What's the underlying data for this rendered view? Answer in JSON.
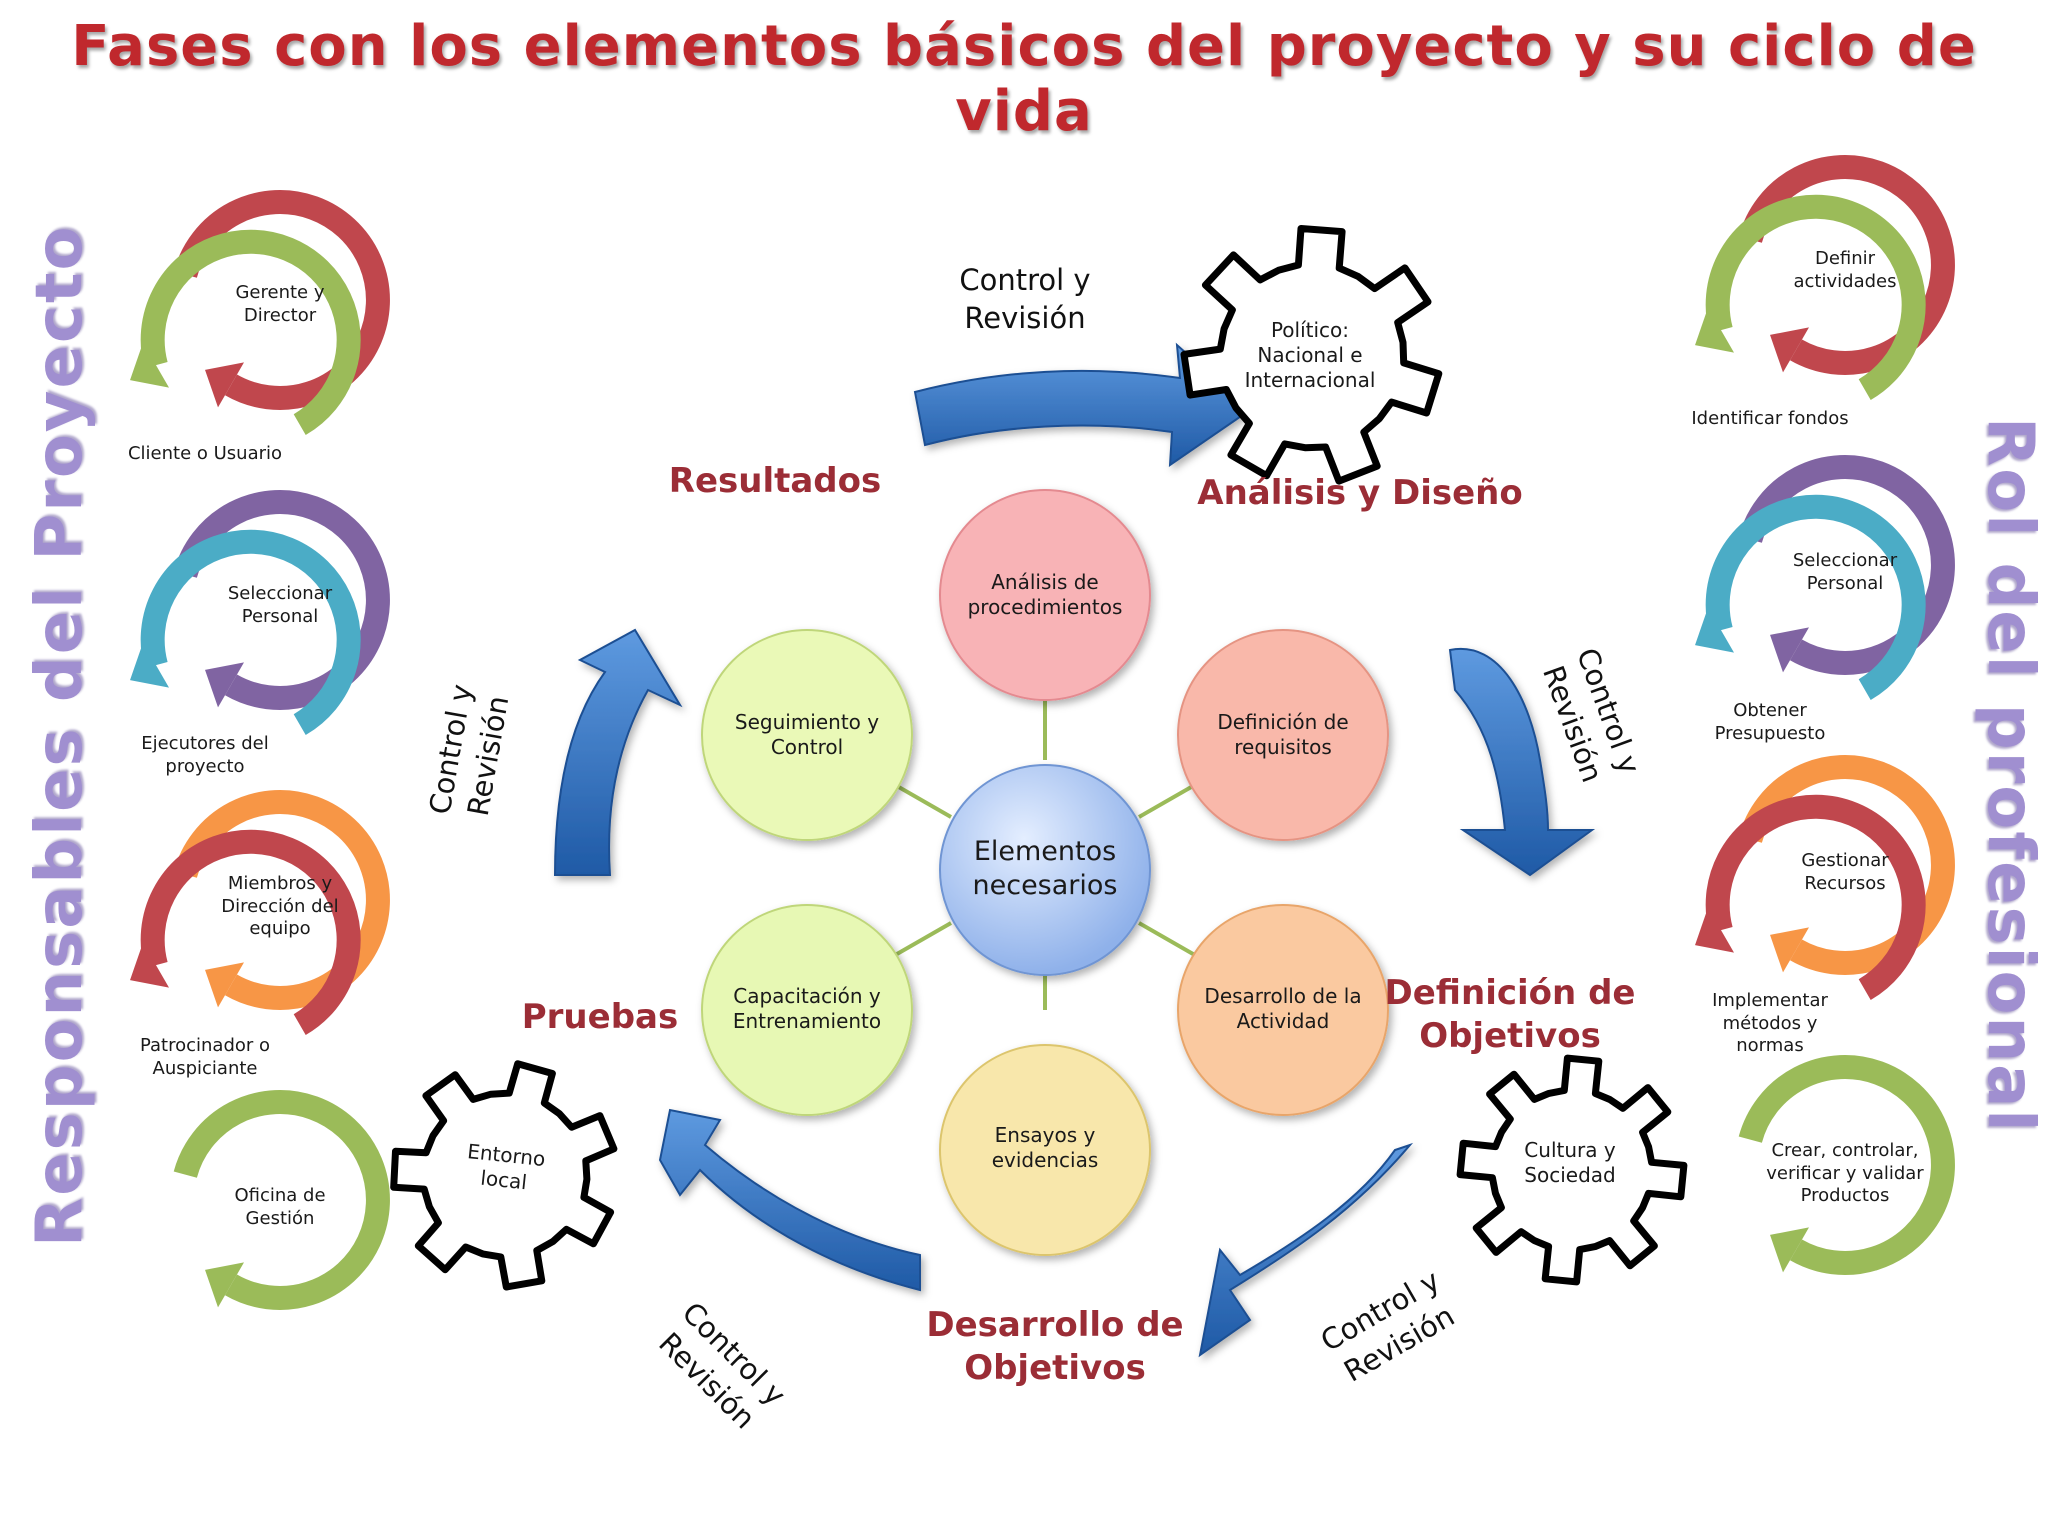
{
  "title": "Fases con los elementos básicos del proyecto y su ciclo de vida",
  "side_left": "Responsables del Proyecto",
  "side_right": "Rol del profesional",
  "center": {
    "label": "Elementos necesarios",
    "satellites": [
      {
        "label": "Análisis de procedimientos",
        "color": "#f6a3a8"
      },
      {
        "label": "Definición de requisitos",
        "color": "#f8a99a"
      },
      {
        "label": "Desarrollo de la Actividad",
        "color": "#f8bf8e"
      },
      {
        "label": "Ensayos y evidencias",
        "color": "#f6e49a"
      },
      {
        "label": "Capacitación y Entrenamiento",
        "color": "#def59c"
      },
      {
        "label": "Seguimiento y Control",
        "color": "#e4f7a4"
      }
    ]
  },
  "phases": {
    "resultados": "Resultados",
    "analisis": "Análisis y Diseño",
    "definicion": "Definición de\nObjetivos",
    "desarrollo": "Desarrollo de\nObjetivos",
    "pruebas": "Pruebas"
  },
  "control_label": "Control y\nRevisión",
  "gears": {
    "politico": "Político:\nNacional e\nInternacional",
    "cultura": "Cultura y\nSociedad",
    "entorno": "Entorno\nlocal"
  },
  "left_list": [
    {
      "label": "Gerente y\nDirector",
      "color": "#c0474d"
    },
    {
      "label": "Cliente o Usuario",
      "color": "#9bbb59"
    },
    {
      "label": "Seleccionar\nPersonal",
      "color": "#8064a2"
    },
    {
      "label": "Ejecutores del\nproyecto",
      "color": "#4bacc6"
    },
    {
      "label": "Miembros y\nDirección del\nequipo",
      "color": "#f79646"
    },
    {
      "label": "Patrocinador o\nAuspiciante",
      "color": "#c0474d"
    },
    {
      "label": "Oficina de\nGestión",
      "color": "#9bbb59"
    }
  ],
  "right_list": [
    {
      "label": "Definir\nactividades",
      "color": "#c0474d"
    },
    {
      "label": "Identificar fondos",
      "color": "#9bbb59"
    },
    {
      "label": "Seleccionar\nPersonal",
      "color": "#8064a2"
    },
    {
      "label": "Obtener\nPresupuesto",
      "color": "#4bacc6"
    },
    {
      "label": "Gestionar\nRecursos",
      "color": "#f79646"
    },
    {
      "label": "Implementar\nmétodos y\nnormas",
      "color": "#c0474d"
    },
    {
      "label": "Crear, controlar,\nverificar y validar\nProductos",
      "color": "#9bbb59"
    }
  ],
  "colors": {
    "arrow_blue": "#2f6db5",
    "phase_text": "#9b2d36",
    "center_circle": "#b4cdf5",
    "connector": "#9bbb59"
  }
}
